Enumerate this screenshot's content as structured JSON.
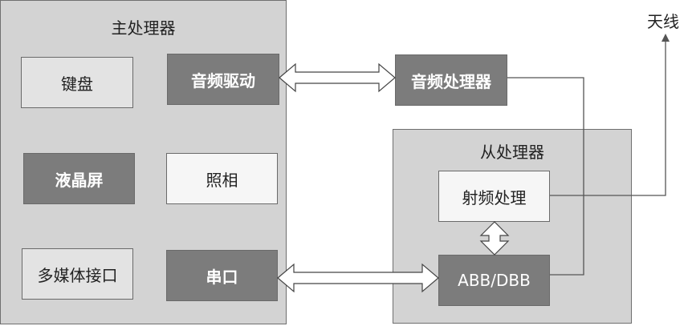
{
  "main_processor": {
    "title": "主处理器",
    "modules": {
      "keyboard": "键盘",
      "audio_driver": "音频驱动",
      "lcd": "液晶屏",
      "camera": "照相",
      "multimedia": "多媒体接口",
      "serial": "串口"
    }
  },
  "audio_processor": "音频处理器",
  "slave_processor": {
    "title": "从处理器",
    "modules": {
      "rf": "射频处理",
      "baseband": "ABB/DBB"
    }
  },
  "antenna": "天线"
}
